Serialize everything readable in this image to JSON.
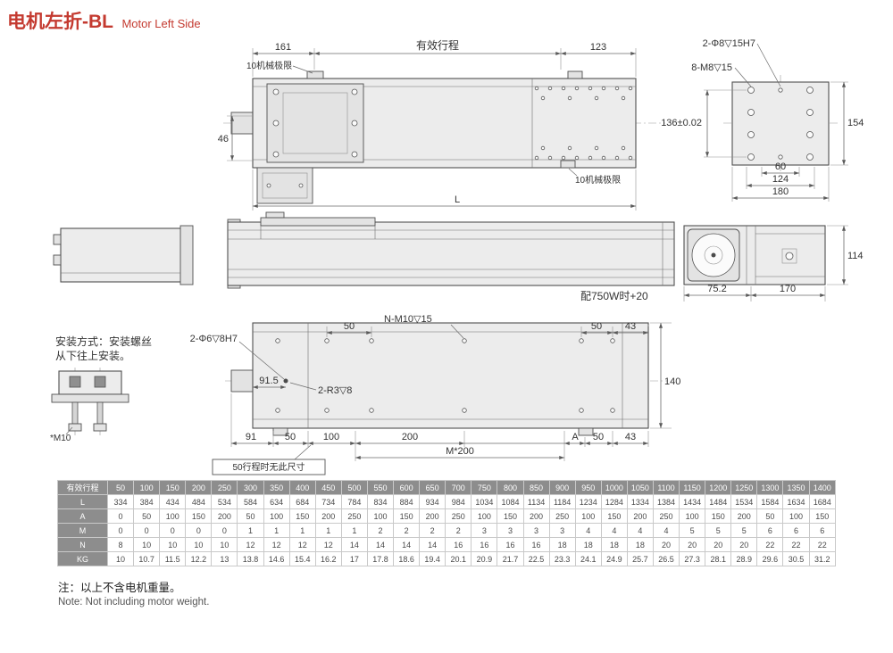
{
  "colors": {
    "accent": "#c43a30",
    "body_fill": "#ececec",
    "table_header_bg": "#8d8d8d",
    "table_border": "#c9c9c9",
    "table_text": "#4a4a4a"
  },
  "title": {
    "zh": "电机左折-BL",
    "en": "Motor Left Side"
  },
  "top_view": {
    "dim_left": "161",
    "dim_stroke_label": "有效行程",
    "dim_right": "123",
    "mech_limit_top": "10机械极限",
    "mech_limit_bottom": "10机械极限",
    "dim_height": "46",
    "dim_length": "L"
  },
  "plate_view": {
    "callout_dowel": "2-Φ8▽15H7",
    "callout_tapped": "8-M8▽15",
    "dim_136": "136±0.02",
    "dim_154": "154",
    "dim_60": "60",
    "dim_124": "124",
    "dim_180": "180"
  },
  "side_view": {
    "note_750w": "配750W时+20"
  },
  "end_view": {
    "dim_114": "114",
    "dim_75_2": "75.2",
    "dim_170": "170"
  },
  "bottom_view": {
    "callout_dowel": "2-Φ6▽8H7",
    "dim_50_top": "50",
    "callout_tapped": "N-M10▽15",
    "dim_50_topright": "50",
    "dim_43_topright": "43",
    "dim_91_5": "91.5",
    "callout_r3": "2-R3▽8",
    "dim_140": "140",
    "chain": {
      "d91": "91",
      "d50": "50",
      "d100": "100",
      "d200": "200",
      "dA": "A",
      "d50b": "50",
      "d43": "43"
    },
    "dim_m200": "M*200",
    "note_50stroke": "50行程时无此尺寸"
  },
  "install_note": {
    "line1": "安装方式：安装螺丝",
    "line2": "从下往上安装。",
    "screw_label": "*M10"
  },
  "table": {
    "header_label": "有效行程",
    "header_values": [
      "50",
      "100",
      "150",
      "200",
      "250",
      "300",
      "350",
      "400",
      "450",
      "500",
      "550",
      "600",
      "650",
      "700",
      "750",
      "800",
      "850",
      "900",
      "950",
      "1000",
      "1050",
      "1100",
      "1150",
      "1200",
      "1250",
      "1300",
      "1350",
      "1400"
    ],
    "rows": [
      {
        "label": "L",
        "values": [
          "334",
          "384",
          "434",
          "484",
          "534",
          "584",
          "634",
          "684",
          "734",
          "784",
          "834",
          "884",
          "934",
          "984",
          "1034",
          "1084",
          "1134",
          "1184",
          "1234",
          "1284",
          "1334",
          "1384",
          "1434",
          "1484",
          "1534",
          "1584",
          "1634",
          "1684"
        ]
      },
      {
        "label": "A",
        "values": [
          "0",
          "50",
          "100",
          "150",
          "200",
          "50",
          "100",
          "150",
          "200",
          "250",
          "100",
          "150",
          "200",
          "250",
          "100",
          "150",
          "200",
          "250",
          "100",
          "150",
          "200",
          "250",
          "100",
          "150",
          "200",
          "50",
          "100",
          "150"
        ]
      },
      {
        "label": "M",
        "values": [
          "0",
          "0",
          "0",
          "0",
          "0",
          "1",
          "1",
          "1",
          "1",
          "1",
          "2",
          "2",
          "2",
          "2",
          "3",
          "3",
          "3",
          "3",
          "4",
          "4",
          "4",
          "4",
          "5",
          "5",
          "5",
          "6",
          "6",
          "6"
        ]
      },
      {
        "label": "N",
        "values": [
          "8",
          "10",
          "10",
          "10",
          "10",
          "12",
          "12",
          "12",
          "12",
          "14",
          "14",
          "14",
          "14",
          "16",
          "16",
          "16",
          "16",
          "18",
          "18",
          "18",
          "18",
          "20",
          "20",
          "20",
          "20",
          "22",
          "22",
          "22"
        ]
      },
      {
        "label": "KG",
        "values": [
          "10",
          "10.7",
          "11.5",
          "12.2",
          "13",
          "13.8",
          "14.6",
          "15.4",
          "16.2",
          "17",
          "17.8",
          "18.6",
          "19.4",
          "20.1",
          "20.9",
          "21.7",
          "22.5",
          "23.3",
          "24.1",
          "24.9",
          "25.7",
          "26.5",
          "27.3",
          "28.1",
          "28.9",
          "29.6",
          "30.5",
          "31.2"
        ]
      }
    ]
  },
  "footnote": {
    "zh": "注：以上不含电机重量。",
    "en": "Note: Not including motor weight."
  }
}
